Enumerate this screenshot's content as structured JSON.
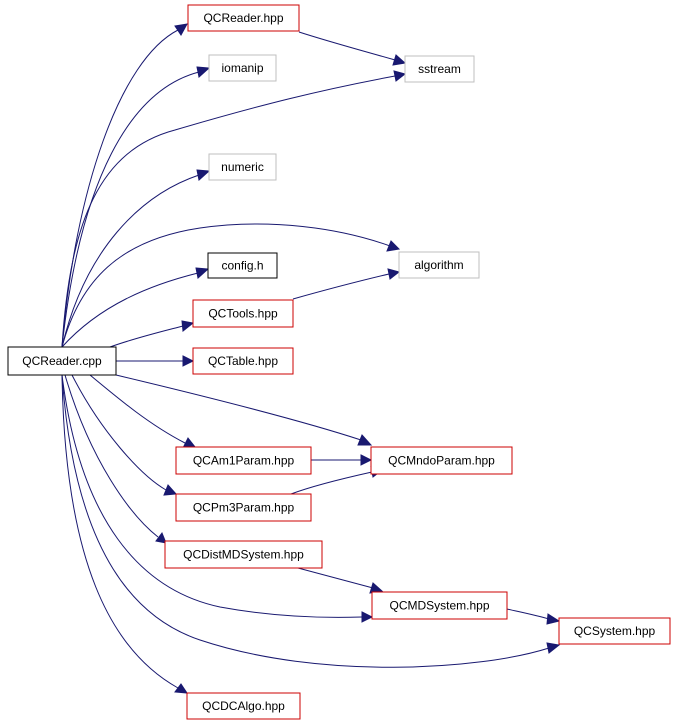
{
  "colors": {
    "edge": "#191970",
    "root_fill": "#000000",
    "root_text": "#ffffff",
    "documented_border": "#cc0000",
    "external_border": "#bfbfbf",
    "plain_border": "#000000",
    "text": "#000000"
  },
  "nodes": [
    {
      "id": "qcreader_cpp",
      "label": "QCReader.cpp",
      "kind": "root"
    },
    {
      "id": "qcreader_hpp",
      "label": "QCReader.hpp",
      "kind": "documented"
    },
    {
      "id": "sstream",
      "label": "sstream",
      "kind": "external"
    },
    {
      "id": "iomanip",
      "label": "iomanip",
      "kind": "external"
    },
    {
      "id": "numeric",
      "label": "numeric",
      "kind": "external"
    },
    {
      "id": "algorithm",
      "label": "algorithm",
      "kind": "external"
    },
    {
      "id": "config_h",
      "label": "config.h",
      "kind": "plain"
    },
    {
      "id": "qctools_hpp",
      "label": "QCTools.hpp",
      "kind": "documented"
    },
    {
      "id": "qctable_hpp",
      "label": "QCTable.hpp",
      "kind": "documented"
    },
    {
      "id": "qcam1param_hpp",
      "label": "QCAm1Param.hpp",
      "kind": "documented"
    },
    {
      "id": "qcmndoparam_hpp",
      "label": "QCMndoParam.hpp",
      "kind": "documented"
    },
    {
      "id": "qcpm3param_hpp",
      "label": "QCPm3Param.hpp",
      "kind": "documented"
    },
    {
      "id": "qcdistmdsystem_hpp",
      "label": "QCDistMDSystem.hpp",
      "kind": "documented"
    },
    {
      "id": "qcmdsystem_hpp",
      "label": "QCMDSystem.hpp",
      "kind": "documented"
    },
    {
      "id": "qcsystem_hpp",
      "label": "QCSystem.hpp",
      "kind": "documented"
    },
    {
      "id": "qcdcalgo_hpp",
      "label": "QCDCAlgo.hpp",
      "kind": "documented"
    }
  ],
  "edges": [
    {
      "from": "qcreader_cpp",
      "to": "qcreader_hpp"
    },
    {
      "from": "qcreader_cpp",
      "to": "iomanip"
    },
    {
      "from": "qcreader_cpp",
      "to": "sstream"
    },
    {
      "from": "qcreader_cpp",
      "to": "numeric"
    },
    {
      "from": "qcreader_cpp",
      "to": "algorithm"
    },
    {
      "from": "qcreader_cpp",
      "to": "config_h"
    },
    {
      "from": "qcreader_cpp",
      "to": "qctools_hpp"
    },
    {
      "from": "qcreader_cpp",
      "to": "qctable_hpp"
    },
    {
      "from": "qcreader_cpp",
      "to": "qcmndoparam_hpp"
    },
    {
      "from": "qcreader_cpp",
      "to": "qcam1param_hpp"
    },
    {
      "from": "qcreader_cpp",
      "to": "qcpm3param_hpp"
    },
    {
      "from": "qcreader_cpp",
      "to": "qcdistmdsystem_hpp"
    },
    {
      "from": "qcreader_cpp",
      "to": "qcmdsystem_hpp"
    },
    {
      "from": "qcreader_cpp",
      "to": "qcsystem_hpp"
    },
    {
      "from": "qcreader_cpp",
      "to": "qcdcalgo_hpp"
    },
    {
      "from": "qcreader_hpp",
      "to": "sstream"
    },
    {
      "from": "qctools_hpp",
      "to": "algorithm"
    },
    {
      "from": "qcam1param_hpp",
      "to": "qcmndoparam_hpp"
    },
    {
      "from": "qcpm3param_hpp",
      "to": "qcmndoparam_hpp"
    },
    {
      "from": "qcdistmdsystem_hpp",
      "to": "qcmdsystem_hpp"
    },
    {
      "from": "qcmdsystem_hpp",
      "to": "qcsystem_hpp"
    }
  ]
}
